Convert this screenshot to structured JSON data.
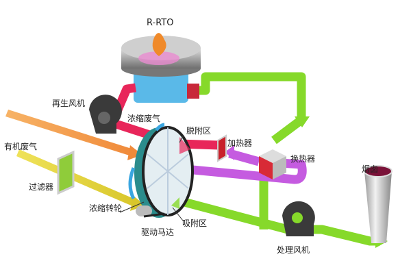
{
  "title": "R-RTO",
  "labels": {
    "regen_fan": "再生风机",
    "concentrated_gas": "浓缩废气",
    "desorption_zone": "脱附区",
    "heater": "加热器",
    "heat_exchanger": "换热器",
    "organic_waste_gas": "有机废气",
    "filter": "过滤器",
    "concentrator_wheel": "浓缩转轮",
    "drive_motor": "驱动马达",
    "adsorption_zone": "吸附区",
    "chimney": "烟囱",
    "process_fan": "处理风机"
  },
  "colors": {
    "clean_air": "#7ed321",
    "concentrated": "#e8265a",
    "waste_gas": "#f5a04a",
    "organic": "#e6d53a",
    "hot_air": "#c45be0",
    "wheel": "#2b8c8c",
    "rto": "#59b8e6"
  }
}
